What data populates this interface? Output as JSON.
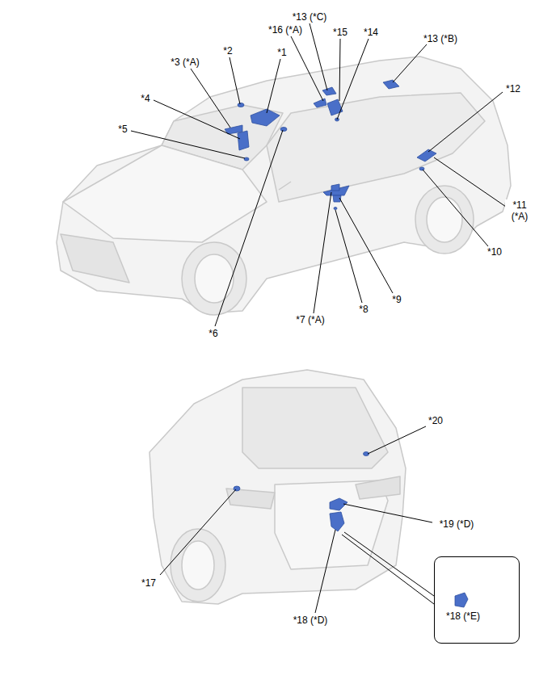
{
  "diagram": {
    "nodes": [
      {
        "text": [
          "*18 (*E)"
        ]
      }
    ],
    "labels": [
      "*13 (*C)",
      "*16 (*A)",
      "*15",
      "*14",
      "*13 (*B)",
      "*3 (*A)",
      "*2",
      "*1",
      "*4",
      "*12",
      "*5",
      "*11 (*A)",
      "*10",
      "*9",
      "*8",
      "*7 (*A)",
      "*6",
      "*20",
      "*19 (*D)",
      "*17",
      "*18 (*D)"
    ]
  }
}
